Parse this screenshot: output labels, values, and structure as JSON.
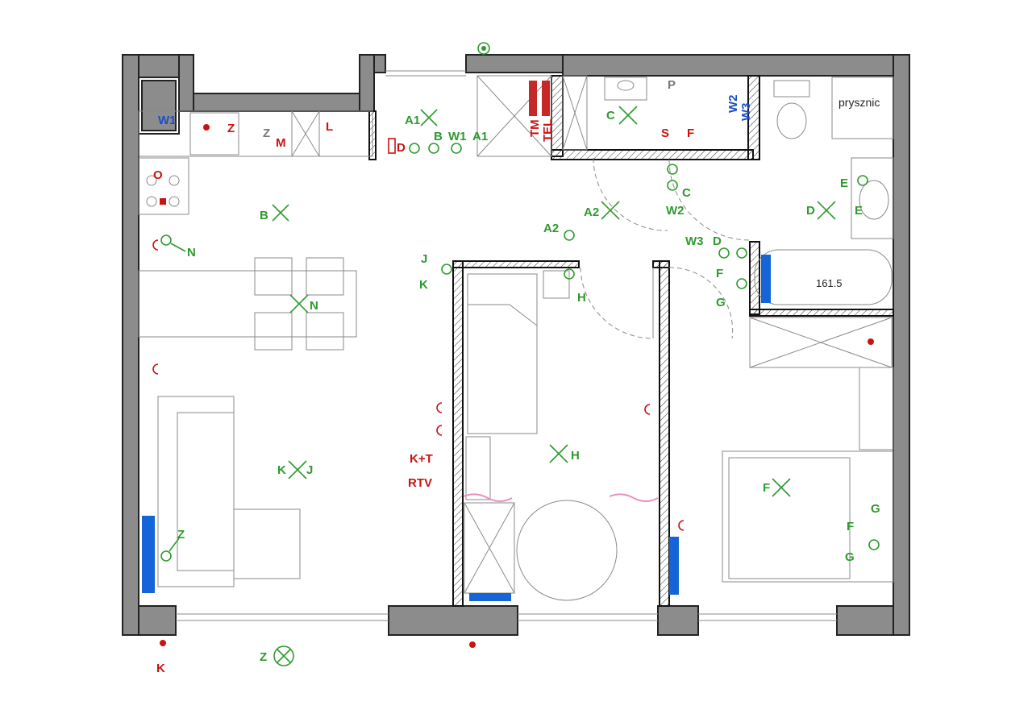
{
  "colors": {
    "wall": "#8c8c8c",
    "electrical_green": "#2e9a2e",
    "electrical_red": "#cc1111",
    "water_blue": "#1a4fc4",
    "radiator_blue": "#1565d8"
  },
  "labels": {
    "w1_top": "W1",
    "z_kitchen": "Z",
    "z_gray": "Z",
    "m_kitchen": "M",
    "l_kitchen": "L",
    "o_kitchen": "O",
    "d_hall": "D",
    "a1_left": "A1",
    "b_hall": "B",
    "w1_hall": "W1",
    "a1_right": "A1",
    "tm": "TM",
    "tel": "TEL",
    "c_wc": "C",
    "p_wc": "P",
    "s_wc": "S",
    "f_wc": "F",
    "w2_blue": "W2",
    "w3_blue": "W3",
    "prysznic": "prysznic",
    "b_living": "B",
    "n_wall": "N",
    "n_table": "N",
    "a2_hall": "A2",
    "a2_light": "A2",
    "c_hall": "C",
    "w2_hall": "W2",
    "e_bath_top": "E",
    "d_bath": "D",
    "e_bath_sink": "E",
    "w3_bath": "W3",
    "d_bath2": "D",
    "f_bath": "F",
    "g_bath": "G",
    "bathtub": "161.5",
    "j_room": "J",
    "k_room": "K",
    "h_switch": "H",
    "kj_living": "K",
    "kj_living_j": "J",
    "h_room": "H",
    "kt": "K+T",
    "rtv": "RTV",
    "f_bedroom": "F",
    "g_bed_top": "G",
    "f_bed": "F",
    "g_bed_bottom": "G",
    "z_living": "Z",
    "k_outside": "K",
    "z_outside": "Z"
  }
}
